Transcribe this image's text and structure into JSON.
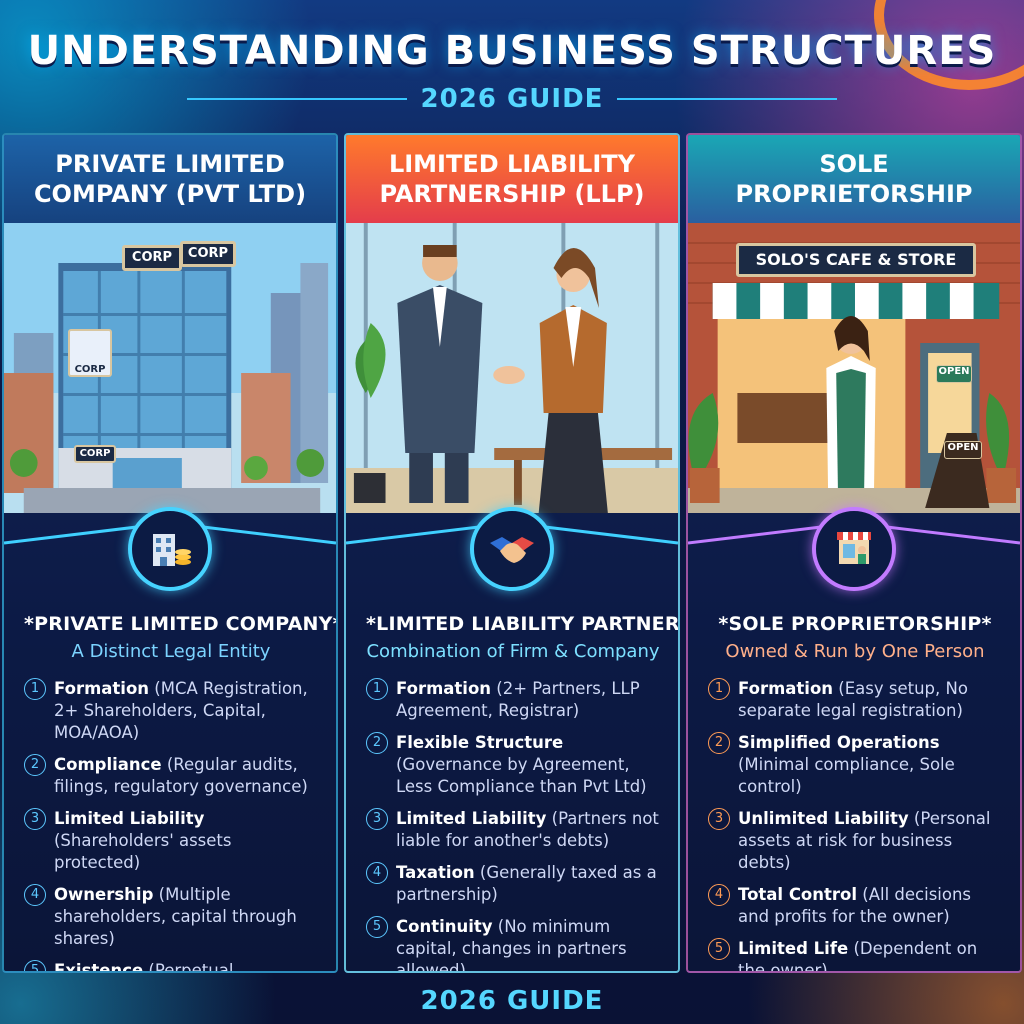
{
  "title": "UNDERSTANDING BUSINESS STRUCTURES",
  "subtitle": "2026 GUIDE",
  "footer": "2026 GUIDE",
  "columns": [
    {
      "header": "PRIVATE LIMITED COMPANY (PVT LTD)",
      "scene_signs": [
        "CORP",
        "CORP",
        "CORP",
        "CORP"
      ],
      "icon": "office-building-coins-icon",
      "kicker": "*PRIVATE LIMITED COMPANY*",
      "tagline": "A Distinct Legal Entity",
      "items": [
        {
          "num": "1",
          "title": "Formation",
          "detail": " (MCA Registration, 2+ Shareholders, Capital, MOA/AOA)"
        },
        {
          "num": "2",
          "title": "Compliance",
          "detail": " (Regular audits, filings, regulatory governance)"
        },
        {
          "num": "3",
          "title": "Limited Liability",
          "detail": " (Shareholders' assets protected)"
        },
        {
          "num": "4",
          "title": "Ownership",
          "detail": " (Multiple shareholders, capital through shares)"
        },
        {
          "num": "5",
          "title": "Existence",
          "detail": " (Perpetual succession)"
        }
      ]
    },
    {
      "header": "LIMITED LIABILITY PARTNERSHIP (LLP)",
      "icon": "handshake-icon",
      "kicker": "*LIMITED LIABILITY PARTNERSHIP",
      "tagline": "Combination of Firm & Company",
      "items": [
        {
          "num": "1",
          "title": "Formation",
          "detail": " (2+ Partners, LLP Agreement, Registrar)"
        },
        {
          "num": "2",
          "title": "Flexible Structure",
          "detail": " (Governance by Agreement, Less Compliance than Pvt Ltd)"
        },
        {
          "num": "3",
          "title": "Limited Liability",
          "detail": " (Partners not liable for another's debts)"
        },
        {
          "num": "4",
          "title": "Taxation",
          "detail": " (Generally taxed as a partnership)"
        },
        {
          "num": "5",
          "title": "Continuity",
          "detail": " (No minimum capital, changes in partners allowed)"
        }
      ]
    },
    {
      "header": "SOLE PROPRIETORSHIP",
      "scene_signs": [
        "SOLO'S CAFE & STORE",
        "OPEN",
        "OPEN"
      ],
      "icon": "storefront-owner-icon",
      "kicker": "*SOLE PROPRIETORSHIP*",
      "tagline": "Owned & Run by One Person",
      "items": [
        {
          "num": "1",
          "title": "Formation",
          "detail": " (Easy setup, No separate legal registration)"
        },
        {
          "num": "2",
          "title": "Simplified Operations",
          "detail": " (Minimal compliance, Sole control)"
        },
        {
          "num": "3",
          "title": "Unlimited Liability",
          "detail": " (Personal assets at risk for business debts)"
        },
        {
          "num": "4",
          "title": "Total Control",
          "detail": " (All decisions and profits for the owner)"
        },
        {
          "num": "5",
          "title": "Limited Life",
          "detail": " (Dependent on the owner)"
        }
      ]
    }
  ]
}
